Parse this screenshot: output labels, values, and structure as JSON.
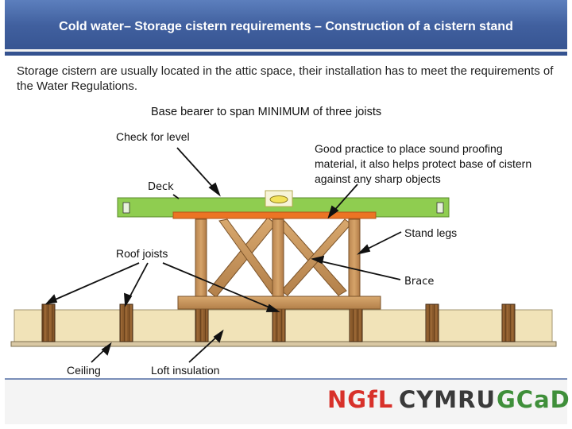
{
  "slide": {
    "title": "Cold water– Storage cistern requirements – Construction of a cistern stand",
    "intro": "Storage cistern are usually located in the attic space, their installation has to meet the requirements of the Water Regulations."
  },
  "labels": {
    "base_bearer": "Base bearer to span MINIMUM of three joists",
    "check_level": "Check for level",
    "good_practice": "Good practice to place sound proofing material, it also helps protect base of cistern against any sharp objects",
    "deck": "Deck",
    "stand_legs": "Stand legs",
    "roof_joists": "Roof joists",
    "brace": "Brace",
    "ceiling": "Ceiling",
    "loft_insulation": "Loft insulation"
  },
  "footer": {
    "logo_ngfl": "NGfL",
    "logo_cymru": "CYMRU",
    "logo_gcad": "GCaD"
  },
  "colors": {
    "title_bar": "#41609f",
    "deck_green": "#8fcd50",
    "sound_proofing": "#ec7424",
    "timber": "#c8955b",
    "insulation": "#f1e3b8",
    "logo_red": "#d8312a",
    "logo_dark": "#3a3a3a",
    "logo_green": "#3f8f3a"
  }
}
